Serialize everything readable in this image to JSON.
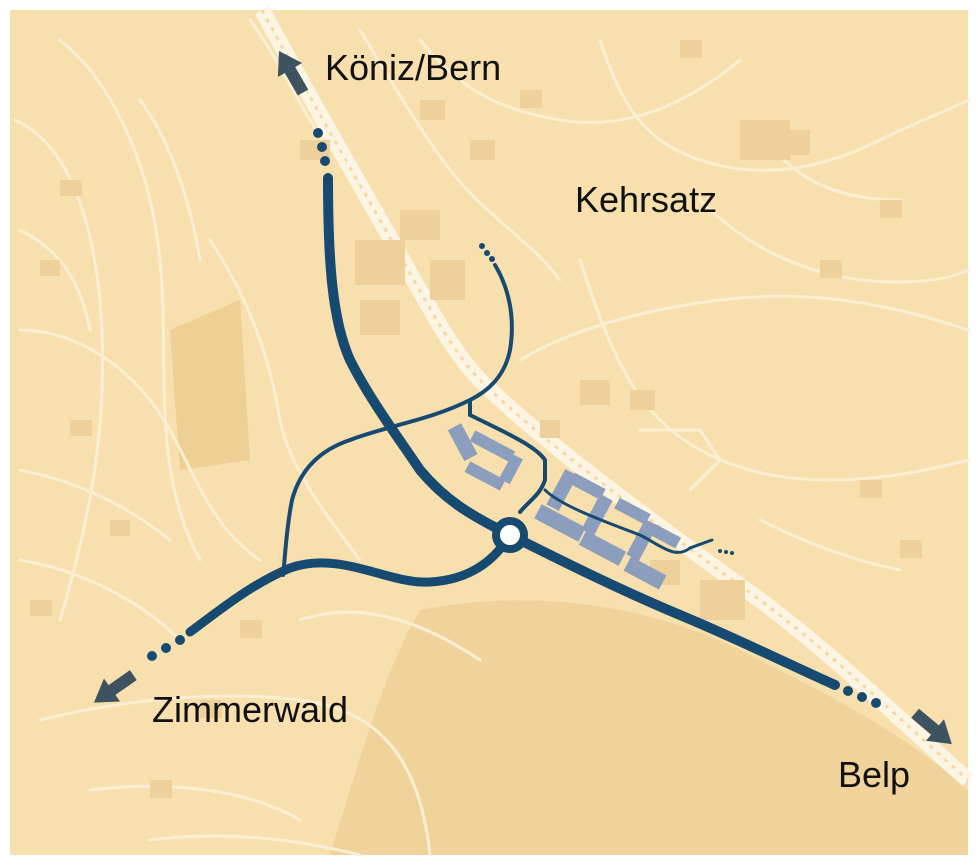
{
  "map": {
    "colors": {
      "background": "#f7dfae",
      "road_network": "#fbefd3",
      "building": "#eed09a",
      "terrain": "#efd39b",
      "route": "#174a71",
      "development": "#8c9ebd",
      "arrow": "#3d5360",
      "label": "#111111"
    },
    "labels": {
      "koeniz_bern": "Köniz/Bern",
      "kehrsatz": "Kehrsatz",
      "zimmerwald": "Zimmerwald",
      "belp": "Belp"
    },
    "arrows": [
      {
        "name": "arrow-koeniz-bern",
        "direction": "north-west"
      },
      {
        "name": "arrow-zimmerwald",
        "direction": "south-west"
      },
      {
        "name": "arrow-belp",
        "direction": "south-east"
      }
    ],
    "roundabout": "central roundabout"
  }
}
